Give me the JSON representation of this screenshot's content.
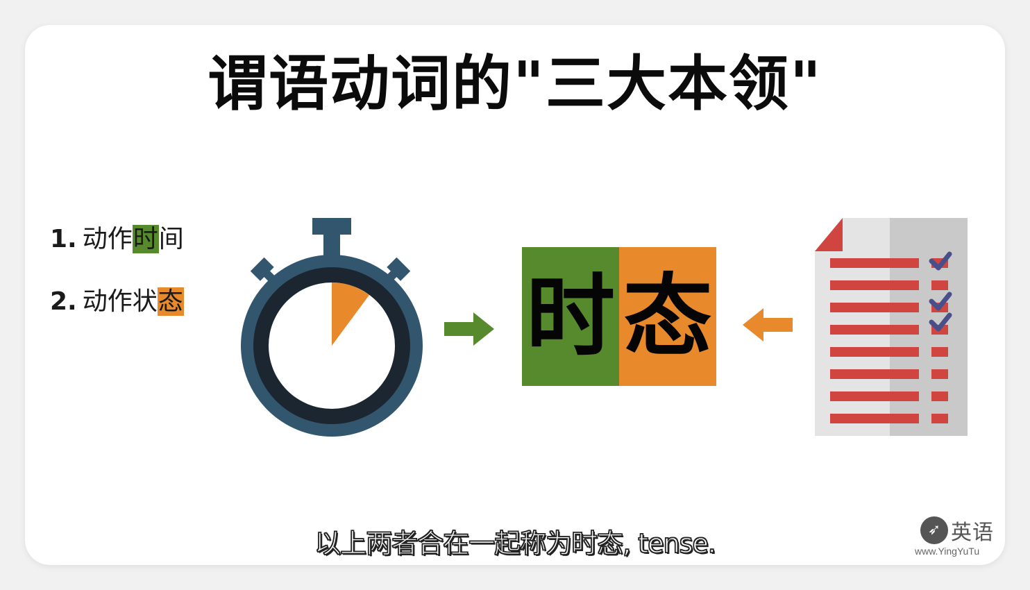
{
  "title": "谓语动词的\"三大本领\"",
  "list": [
    {
      "num": "1.",
      "prefix": "动作",
      "highlight": "时",
      "suffix": "间",
      "highlight_color": "#568a2c"
    },
    {
      "num": "2.",
      "prefix": "动作状",
      "highlight": "态",
      "suffix": "",
      "highlight_color": "#e8892c"
    }
  ],
  "tense": {
    "left_char": "时",
    "right_char": "态",
    "left_color": "#568a2c",
    "right_color": "#e8892c"
  },
  "icons": {
    "stopwatch": "stopwatch-icon",
    "arrow_right": "arrow-right-icon",
    "arrow_left": "arrow-left-icon",
    "document": "checklist-document-icon",
    "brand": "yingyutu-logo-icon"
  },
  "subtitle": "以上两者合在一起称为时态, tense.",
  "brand": {
    "name": "英语",
    "url": "www.YingYuTu"
  },
  "colors": {
    "green": "#568a2c",
    "orange": "#e8892c",
    "stopwatch_outer": "#33566f",
    "stopwatch_ring": "#1b2630",
    "doc_red": "#d0453f",
    "check": "#4a4f8a"
  }
}
